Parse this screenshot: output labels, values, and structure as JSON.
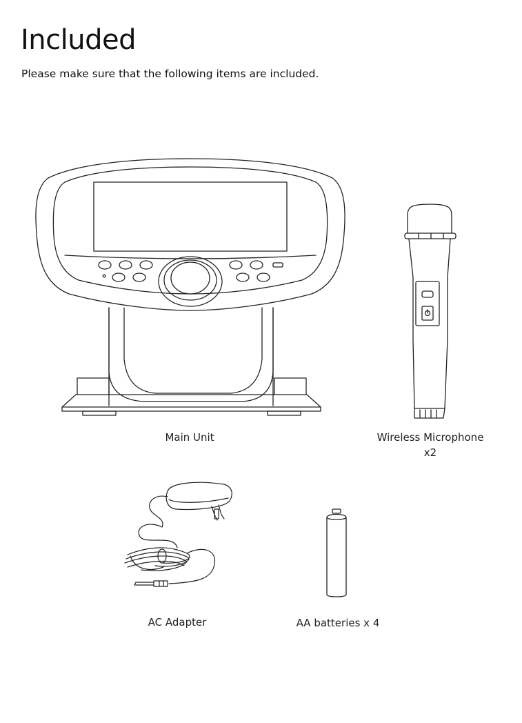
{
  "page": {
    "title": "Included",
    "subtitle": "Please make sure that the following items are included."
  },
  "items": [
    {
      "label": "Main Unit",
      "icon": "karaoke-main-unit-illustration"
    },
    {
      "label": "Wireless Microphone",
      "label_line2": "x2",
      "icon": "wireless-microphone-illustration"
    },
    {
      "label": "AC Adapter",
      "icon": "ac-adapter-illustration"
    },
    {
      "label": "AA batteries x 4",
      "icon": "aa-battery-illustration"
    }
  ]
}
